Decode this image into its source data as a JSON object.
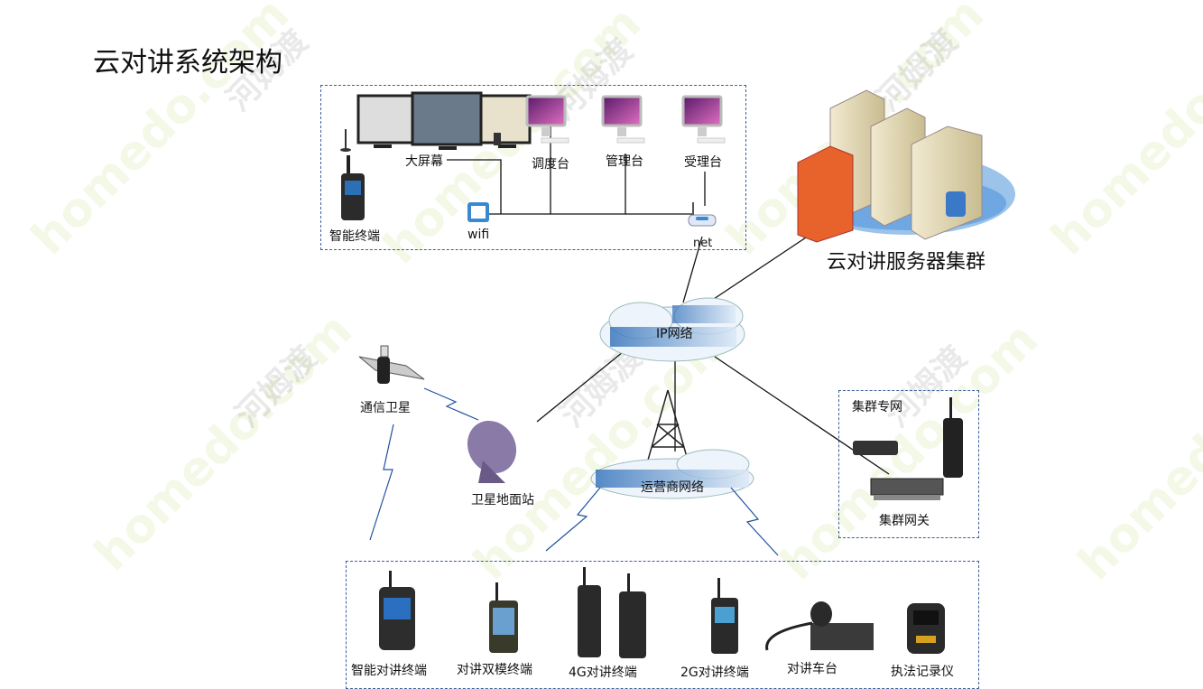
{
  "title": "云对讲系统架构",
  "top_group": {
    "big_screen": "大屏幕",
    "dispatch": "调度台",
    "management": "管理台",
    "reception": "受理台",
    "smart_terminal": "智能终端",
    "wifi": "wifi",
    "net": "net"
  },
  "server_cluster": "云对讲服务器集群",
  "ip_network": "IP网络",
  "satellite": "通信卫星",
  "ground_station": "卫星地面站",
  "carrier_network": "运营商网络",
  "trunk_group": {
    "title": "集群专网",
    "gateway": "集群网关"
  },
  "terminals": [
    "智能对讲终端",
    "对讲双模终端",
    "4G对讲终端",
    "2G对讲终端",
    "对讲车台",
    "执法记录仪"
  ],
  "watermark": {
    "site": "homedo.com",
    "brand": "河姆渡"
  },
  "colors": {
    "dashed_border": "#3a5f9a",
    "cloud": "#4f86c6",
    "firewall": "#e8622c"
  }
}
